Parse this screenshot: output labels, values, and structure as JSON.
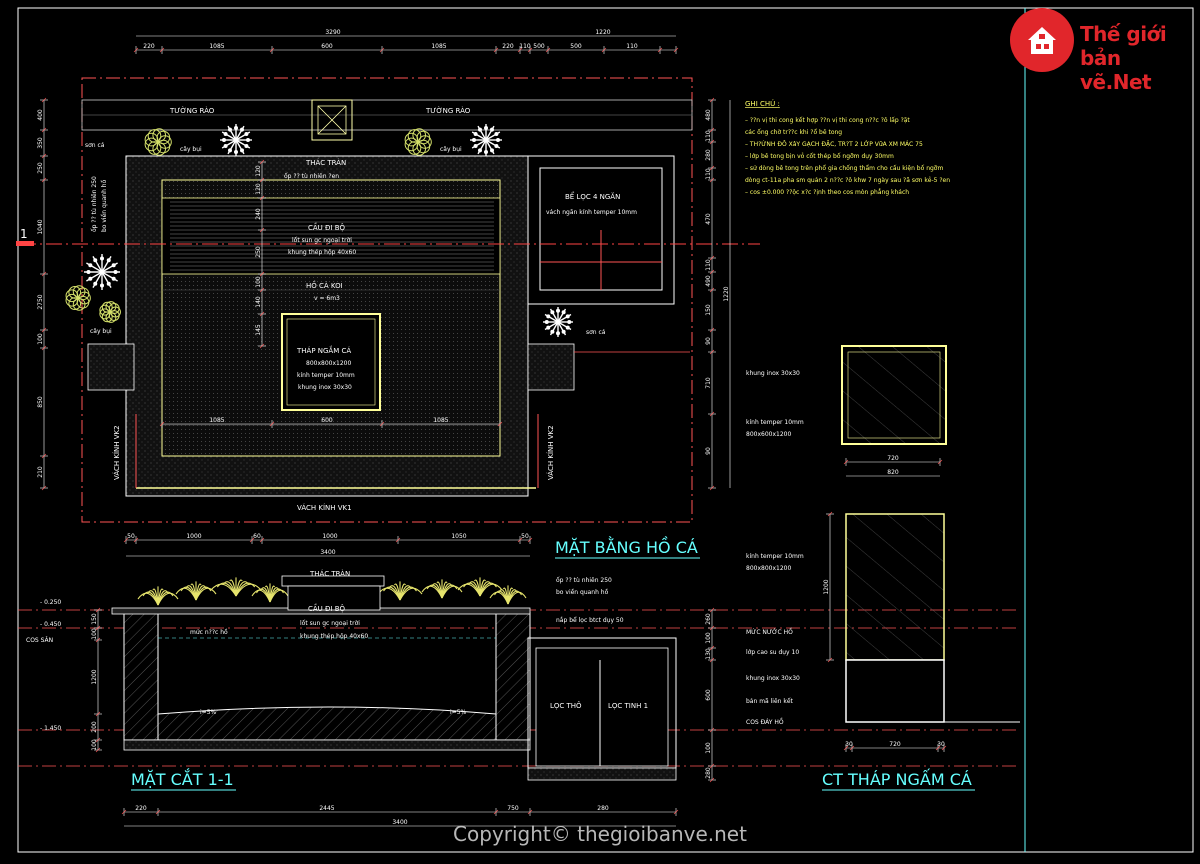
{
  "brand": {
    "line1": "Thế giới",
    "line2": "bản vẽ.",
    "net": "Net"
  },
  "copyright": "Copyright© thegioibanve.net",
  "titles": {
    "plan": "MẶT BẰNG HỒ CÁ",
    "section": "MẶT CẮT 1-1",
    "tower": "CT THÁP NGẤM CÁ"
  },
  "notes": {
    "heading": "GHI CHÚ :",
    "lines": [
      "– ??n vị thi cong kết hợp ??n vị thi cong n??c ?ô lấp ?ặt",
      "các ống chờ tr??c khi ?ổ bê tong",
      "– TH?ỨNH ĐÔ XâY GẠCH ĐẶC, TR?T 2 LỚP VữA XM MÁC 75",
      "– lớp bê tong bịn vỏ cốt thép bố ngỡm dụy 30mm",
      "– sử dòng bê tong trên phổ gia chống thẩm cho cấu kiện bố ngỡm",
      "dòng ct-11a pha sm quản 2 n??c ?ô khw 7 ngày sau ?ã sơn kẻ-5 ?en",
      "– cos ±0.000 ??ộc x?c ?ịnh theo cos mòn phẳng khách"
    ]
  },
  "plan": {
    "fence_left": "TƯỜNG RÀO",
    "fence_right": "TƯỜNG RÀO",
    "waterfall": "THÁC TRÀN",
    "waterfall_note": "ốp ?? tù nhiên ?en",
    "bridge": "CẦU ĐI BỘ",
    "bridge_note1": "lốt sun gc ngoại trời",
    "bridge_note2": "khung thép hộp 40x60",
    "pond": "HỒ CÁ KOI",
    "pond_volume": "v = 6m3",
    "tower": "THÁP NGẮM CÁ",
    "tower_size": "800x800x1200",
    "tower_glass": "kính temper 10mm",
    "tower_frame": "khung inox 30x30",
    "filter": "BỂ LỌC 4 NGĂN",
    "filter_note": "vách ngăn kính temper 10mm",
    "planter_tl": "cây bụi",
    "planter_tr": "cây bụi",
    "planter_l": "cây bụi",
    "palm_tl": "sơn cá",
    "palm_r": "sơn cá",
    "edge_note1": "ốp ?? tù nhiên 250",
    "edge_note2": "bo viền quanh hồ",
    "vk1": "VÁCH KÍNH VK1",
    "vk2_left": "VÁCH KÍNH VK2",
    "vk2_right": "VÁCH KÍNH VK2",
    "section_mark": "1"
  },
  "section": {
    "waterfall": "THÁC TRÀN",
    "bridge": "CẦU ĐI BỘ",
    "bridge_note1": "lốt sun gc ngoại trời",
    "bridge_note2": "khung thép hộp 40x60",
    "edge_note1": "ốp ?? tù nhiên 250",
    "edge_note2": "bo viền quanh hồ",
    "water_level": "mức n??c hồ",
    "slab_note": "nắp bể lọc btct dụy 50",
    "filter_coarse": "LỌC THÔ",
    "filter_fine": "LỌC TINH 1",
    "slope_left": "i=5%",
    "slope_right": "i=5%",
    "level_top": "- 0.250",
    "level_mid": "- 0.450",
    "cos_san": "COS SÂN",
    "level_bottom": "- 1.450"
  },
  "tower_detail": {
    "frame_top": "khung inox 30x30",
    "glass_top1": "kính temper 10mm",
    "glass_top2": "800x600x1200",
    "glass_mid1": "kính temper 10mm",
    "glass_mid2": "800x800x1200",
    "water_level": "MỨC NƯỚC HỒ",
    "rubber1": "lớp cao su dụy 10",
    "frame_mid": "khung inox 30x30",
    "anchor": "bản mã liên kết",
    "bottom": "COS ĐÁY HỒ"
  },
  "dims": {
    "top_total": "3290",
    "top_right_total": "1220",
    "top_row": [
      "220",
      "1085",
      "600",
      "1085",
      "220",
      "110",
      "500",
      "500",
      "110"
    ],
    "plan_bottom_total": "3400",
    "plan_bottom": [
      "50",
      "1000",
      "60",
      "1000",
      "1050",
      "50"
    ],
    "left_col": [
      "400",
      "350",
      "250",
      "1040",
      "2750",
      "100",
      "850",
      "210"
    ],
    "right_col": [
      "480",
      "110",
      "280",
      "110",
      "470",
      "110",
      "490",
      "150",
      "90",
      "710",
      "90"
    ],
    "right_total": "1220",
    "inner_horiz": [
      "1085",
      "600",
      "1085"
    ],
    "inner_vert": [
      "120",
      "120",
      "240",
      "250",
      "100",
      "140",
      "145"
    ],
    "sec_bottom": [
      "220",
      "2445",
      "750",
      "280"
    ],
    "sec_bottom_total": "3400",
    "sec_left": [
      "150",
      "100",
      "1200",
      "200",
      "100"
    ],
    "sec_right": [
      "260",
      "100",
      "130",
      "600",
      "100",
      "280"
    ],
    "tower_w": "720",
    "tower_w2": "820",
    "tower_h": "1200",
    "tower_side": [
      "30",
      "720",
      "30"
    ]
  }
}
